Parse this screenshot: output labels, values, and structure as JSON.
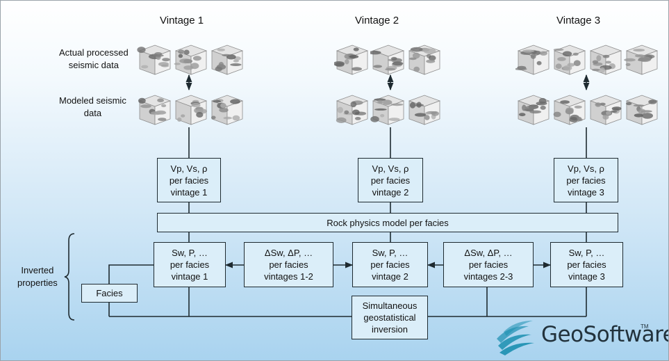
{
  "vintages": [
    "Vintage 1",
    "Vintage 2",
    "Vintage 3"
  ],
  "row_labels": {
    "actual": [
      "Actual processed",
      "seismic data"
    ],
    "modeled": [
      "Modeled seismic",
      "data"
    ]
  },
  "elastic_boxes": [
    [
      "Vp, Vs, ρ",
      "per facies",
      "vintage 1"
    ],
    [
      "Vp, Vs, ρ",
      "per facies",
      "vintage 2"
    ],
    [
      "Vp, Vs, ρ",
      "per facies",
      "vintage 3"
    ]
  ],
  "rock_physics": "Rock physics model per facies",
  "property_boxes": [
    [
      "Sw, P, …",
      "per facies",
      "vintage 1"
    ],
    [
      "ΔSw, ΔP, …",
      "per facies",
      "vintages 1-2"
    ],
    [
      "Sw, P, …",
      "per facies",
      "vintage 2"
    ],
    [
      "ΔSw, ΔP, …",
      "per facies",
      "vintages 2-3"
    ],
    [
      "Sw, P, …",
      "per facies",
      "vintage 3"
    ]
  ],
  "facies": "Facies",
  "inversion": [
    "Simultaneous",
    "geostatistical",
    "inversion"
  ],
  "inverted_label": [
    "Inverted",
    "properties"
  ],
  "logo": {
    "text": "GeoSoftware",
    "tm": "TM"
  },
  "colors": {
    "box_fill": "#dbeef9",
    "line": "#1e2a30",
    "logo_teal": "#1b8fb0"
  }
}
